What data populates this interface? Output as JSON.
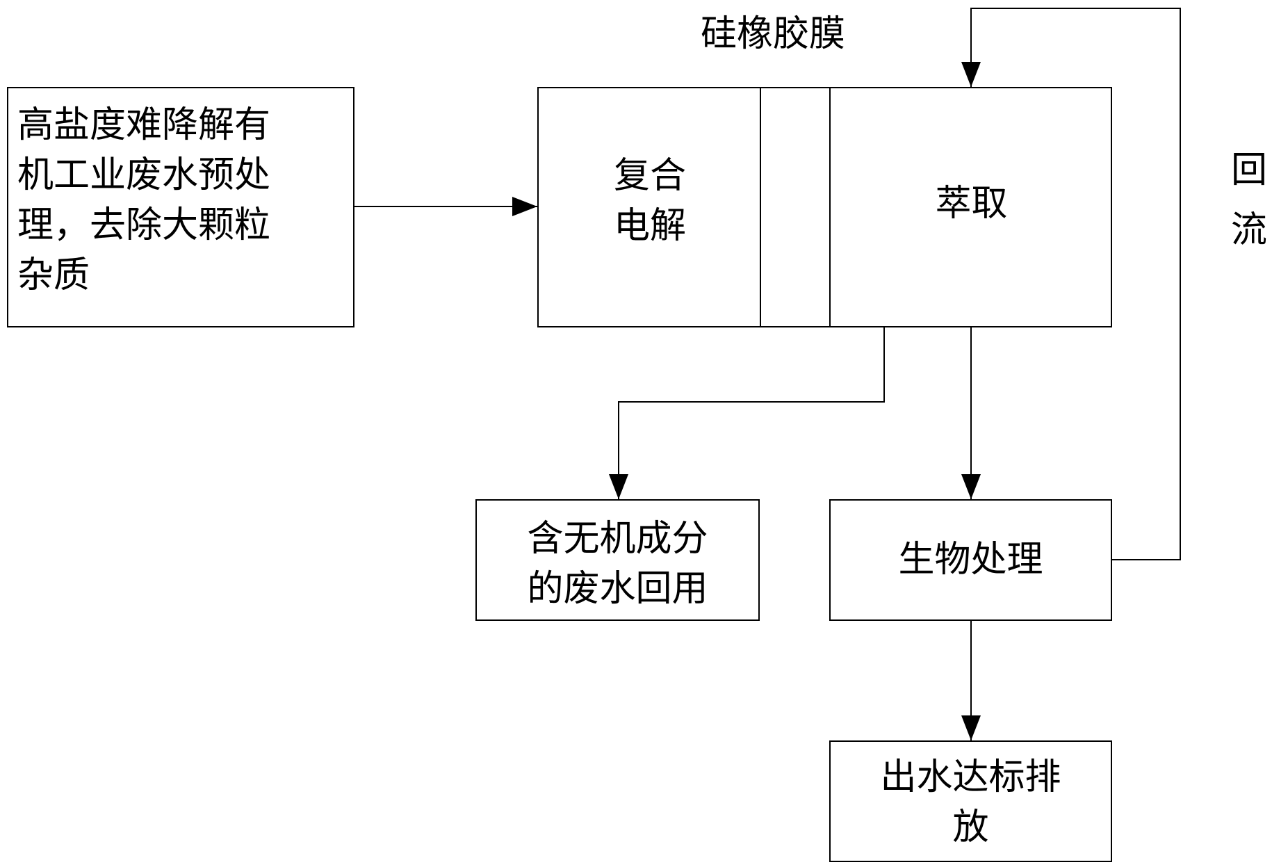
{
  "pretreatment": {
    "lines": [
      "高盐度难降解有",
      "机工业废水预处",
      "理，去除大颗粒",
      "杂质"
    ]
  },
  "electrolysis": {
    "lines": [
      "复合",
      "电解"
    ]
  },
  "extraction": {
    "label": "萃取"
  },
  "membrane_label": "硅橡胶膜",
  "reflux_label": {
    "lines": [
      "回",
      "流"
    ]
  },
  "reuse": {
    "lines": [
      "含无机成分",
      "的废水回用"
    ]
  },
  "bio_treatment": {
    "label": "生物处理"
  },
  "discharge": {
    "lines": [
      "出水达标排",
      "放"
    ]
  }
}
